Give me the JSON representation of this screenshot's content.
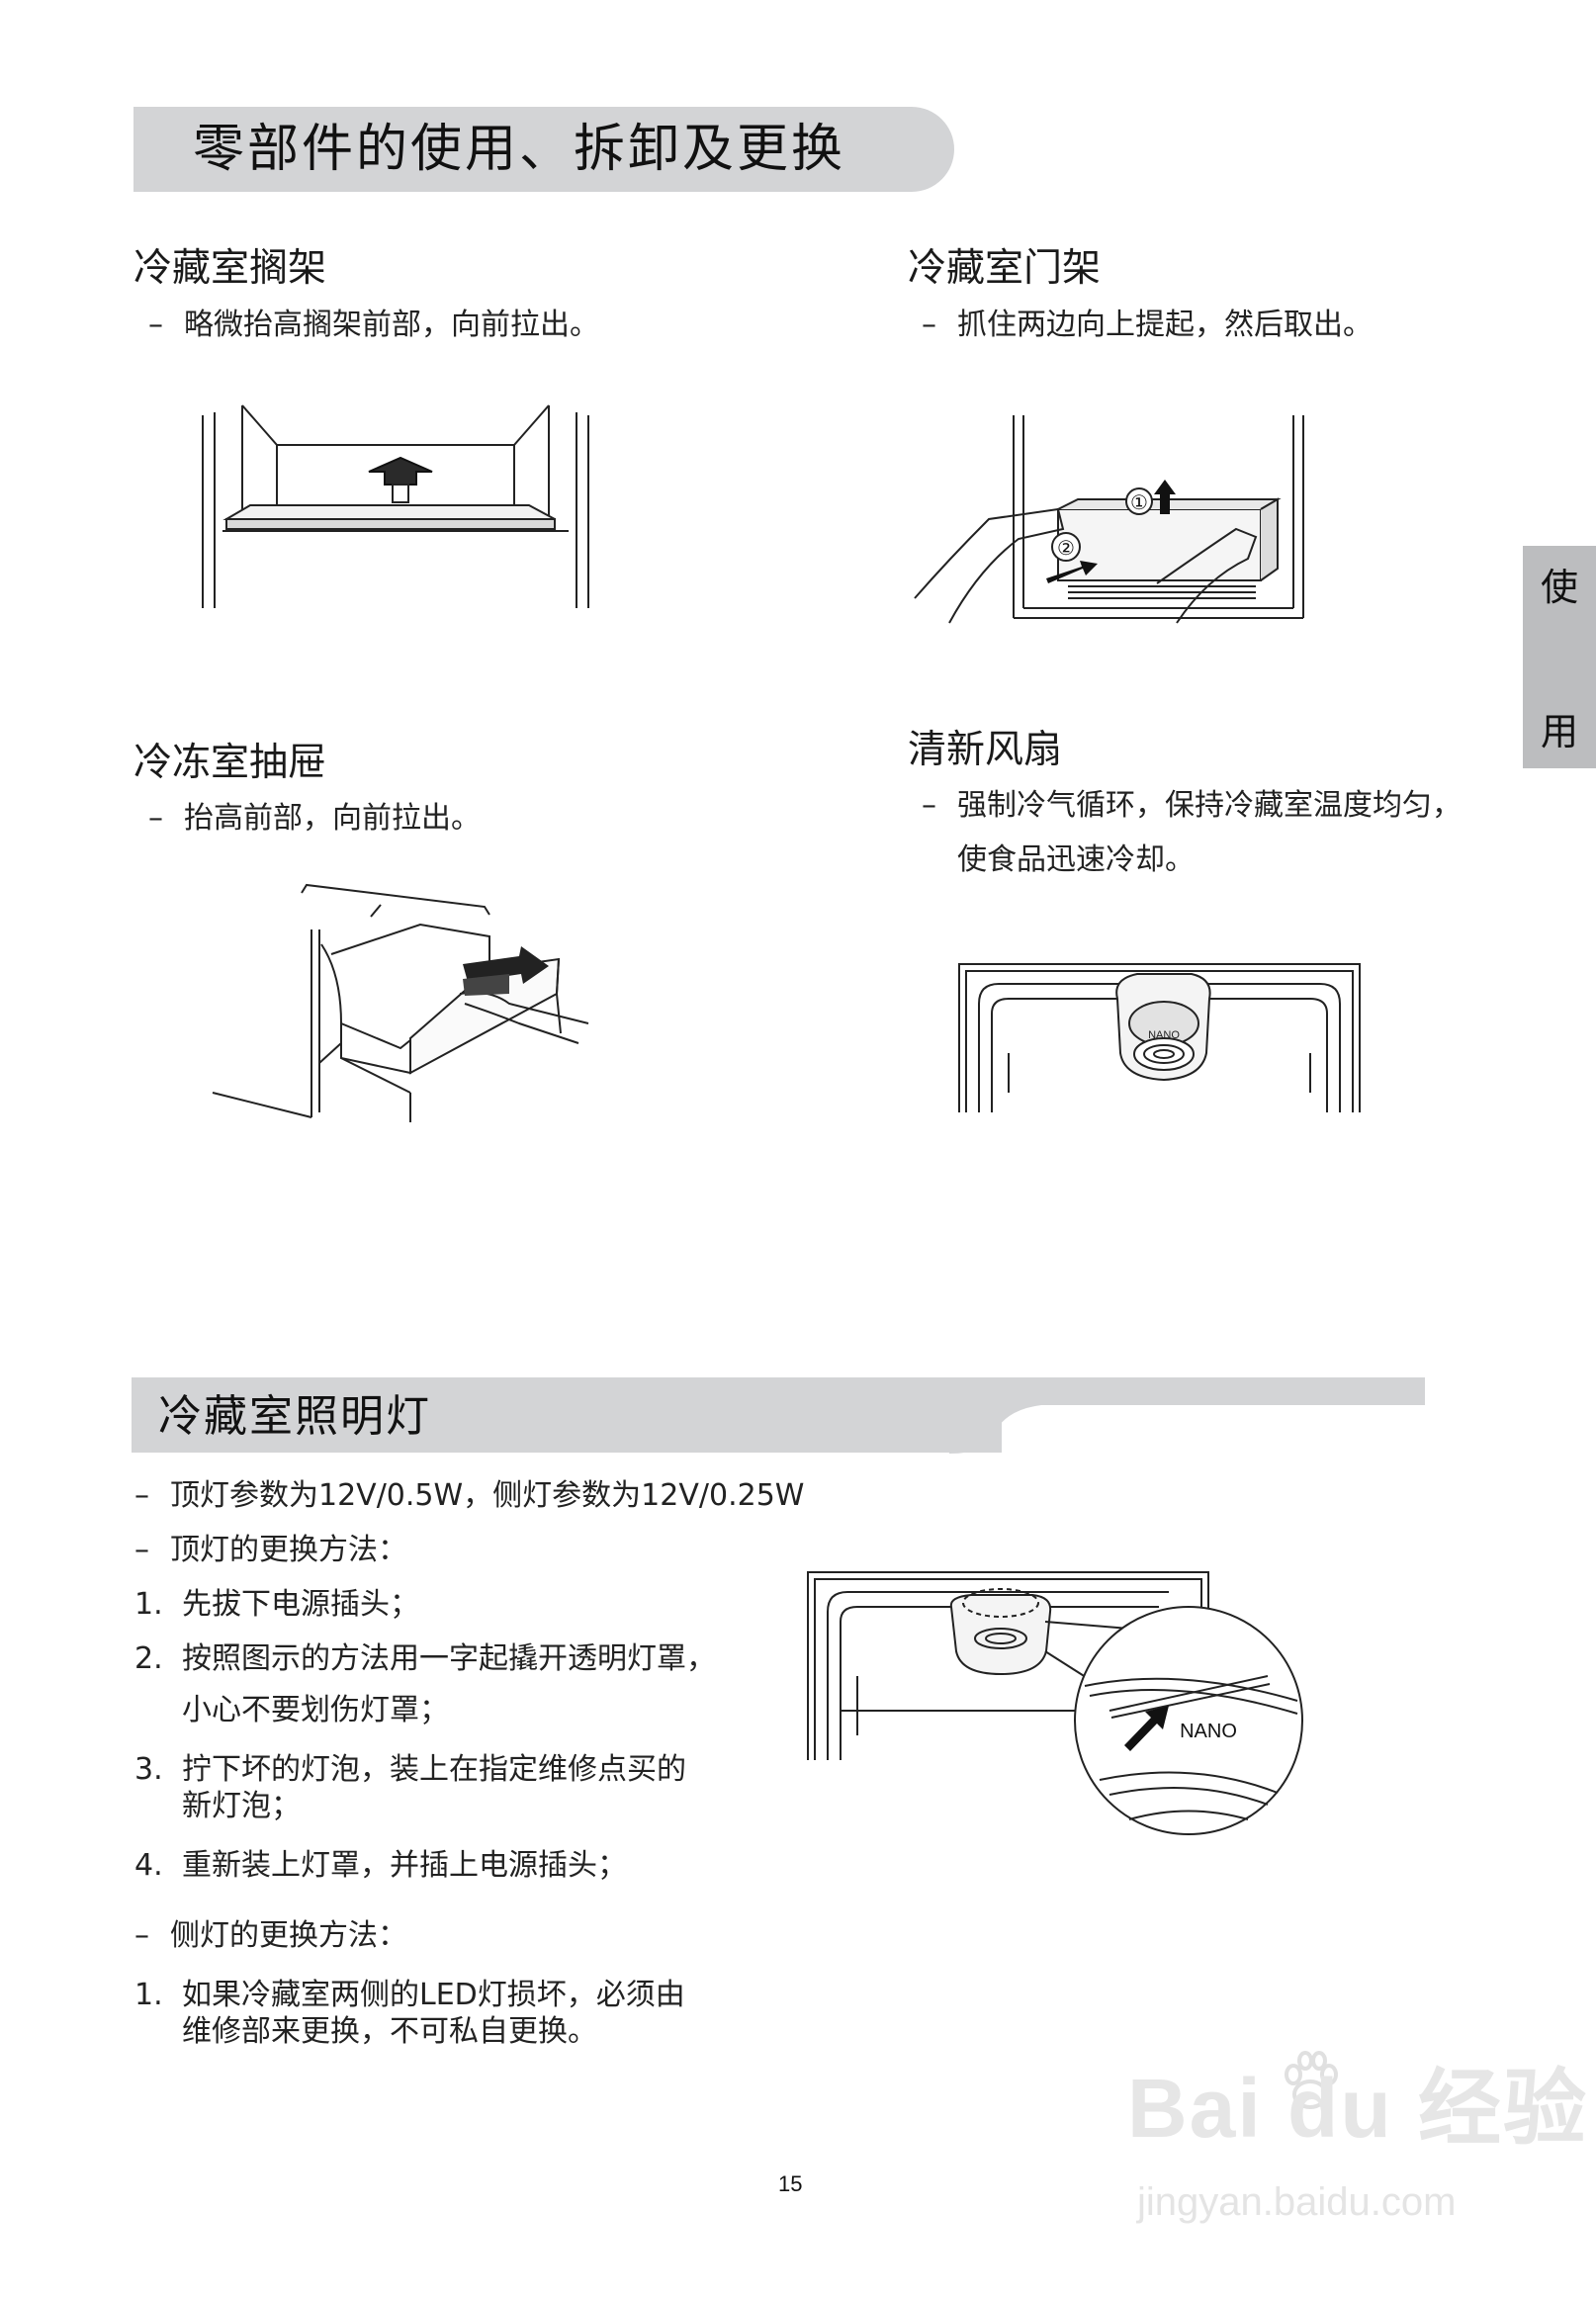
{
  "title": "零部件的使用、拆卸及更换",
  "sections": {
    "shelf": {
      "heading": "冷藏室搁架",
      "line": "略微抬高搁架前部，向前拉出。"
    },
    "door_rack": {
      "heading": "冷藏室门架",
      "line": "抓住两边向上提起，然后取出。",
      "label_1": "①",
      "label_2": "②"
    },
    "drawer": {
      "heading": "冷冻室抽屉",
      "line": "抬高前部，向前拉出。"
    },
    "fan": {
      "heading": "清新风扇",
      "line1": "强制冷气循环，保持冷藏室温度均匀，",
      "line2": "使食品迅速冷却。",
      "badge": "NANO"
    }
  },
  "side_tab": {
    "char1": "使",
    "char2": "用"
  },
  "lighting": {
    "heading": "冷藏室照明灯",
    "spec": "顶灯参数为12V/0.5W，侧灯参数为12V/0.25W",
    "top_method": "顶灯的更换方法：",
    "steps": [
      {
        "num": "1.",
        "lines": [
          "先拔下电源插头；"
        ]
      },
      {
        "num": "2.",
        "lines": [
          "按照图示的方法用一字起撬开透明灯罩，",
          "小心不要划伤灯罩；"
        ]
      },
      {
        "num": "3.",
        "lines": [
          "拧下坏的灯泡，装上在指定维修点买的",
          "新灯泡；"
        ]
      },
      {
        "num": "4.",
        "lines": [
          "重新装上灯罩，并插上电源插头；"
        ]
      }
    ],
    "side_method": "侧灯的更换方法：",
    "side_steps": [
      {
        "num": "1.",
        "lines": [
          "如果冷藏室两侧的LED灯损坏，必须由",
          "维修部来更换，不可私自更换。"
        ]
      }
    ],
    "badge": "NANO"
  },
  "dash": "–",
  "page_number": "15",
  "watermark": {
    "main": "Bai du 经验",
    "sub": "jingyan.baidu.com"
  }
}
